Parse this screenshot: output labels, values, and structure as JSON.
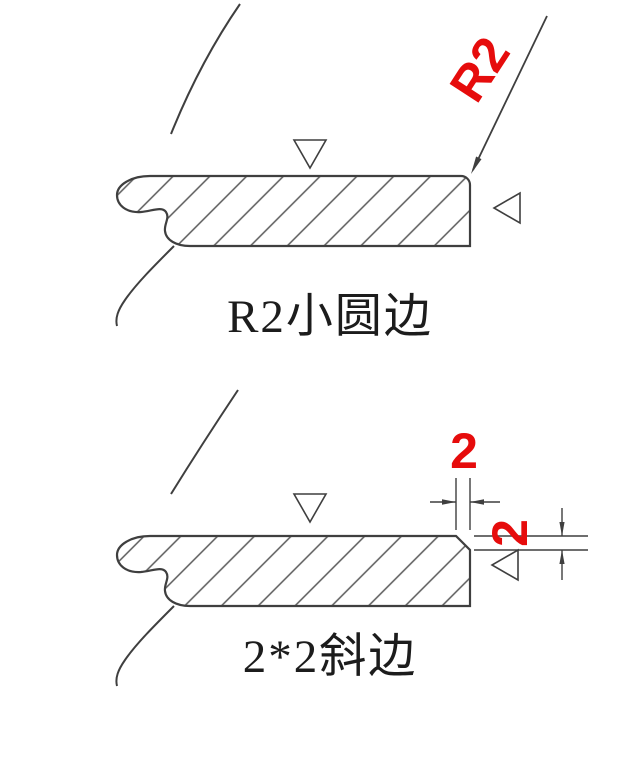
{
  "page": {
    "background": "#ffffff",
    "description_units": "CAD edge-profile detail drawing"
  },
  "colors": {
    "line": "#3f3f3f",
    "hatch": "#5a5a5a",
    "dimension_red": "#e60c0c",
    "caption_text": "#1c1c1c"
  },
  "figure_top": {
    "caption": "R2小圆边",
    "radius_label": "R2",
    "edge_type": "rounded corner R2",
    "symbols": [
      "surface-finish-triangle-top",
      "surface-finish-triangle-side"
    ]
  },
  "figure_bottom": {
    "caption": "2*2斜边",
    "width_label": "2",
    "height_label": "2",
    "edge_type": "chamfer 2x2",
    "symbols": [
      "surface-finish-triangle-top",
      "surface-finish-triangle-side"
    ]
  }
}
